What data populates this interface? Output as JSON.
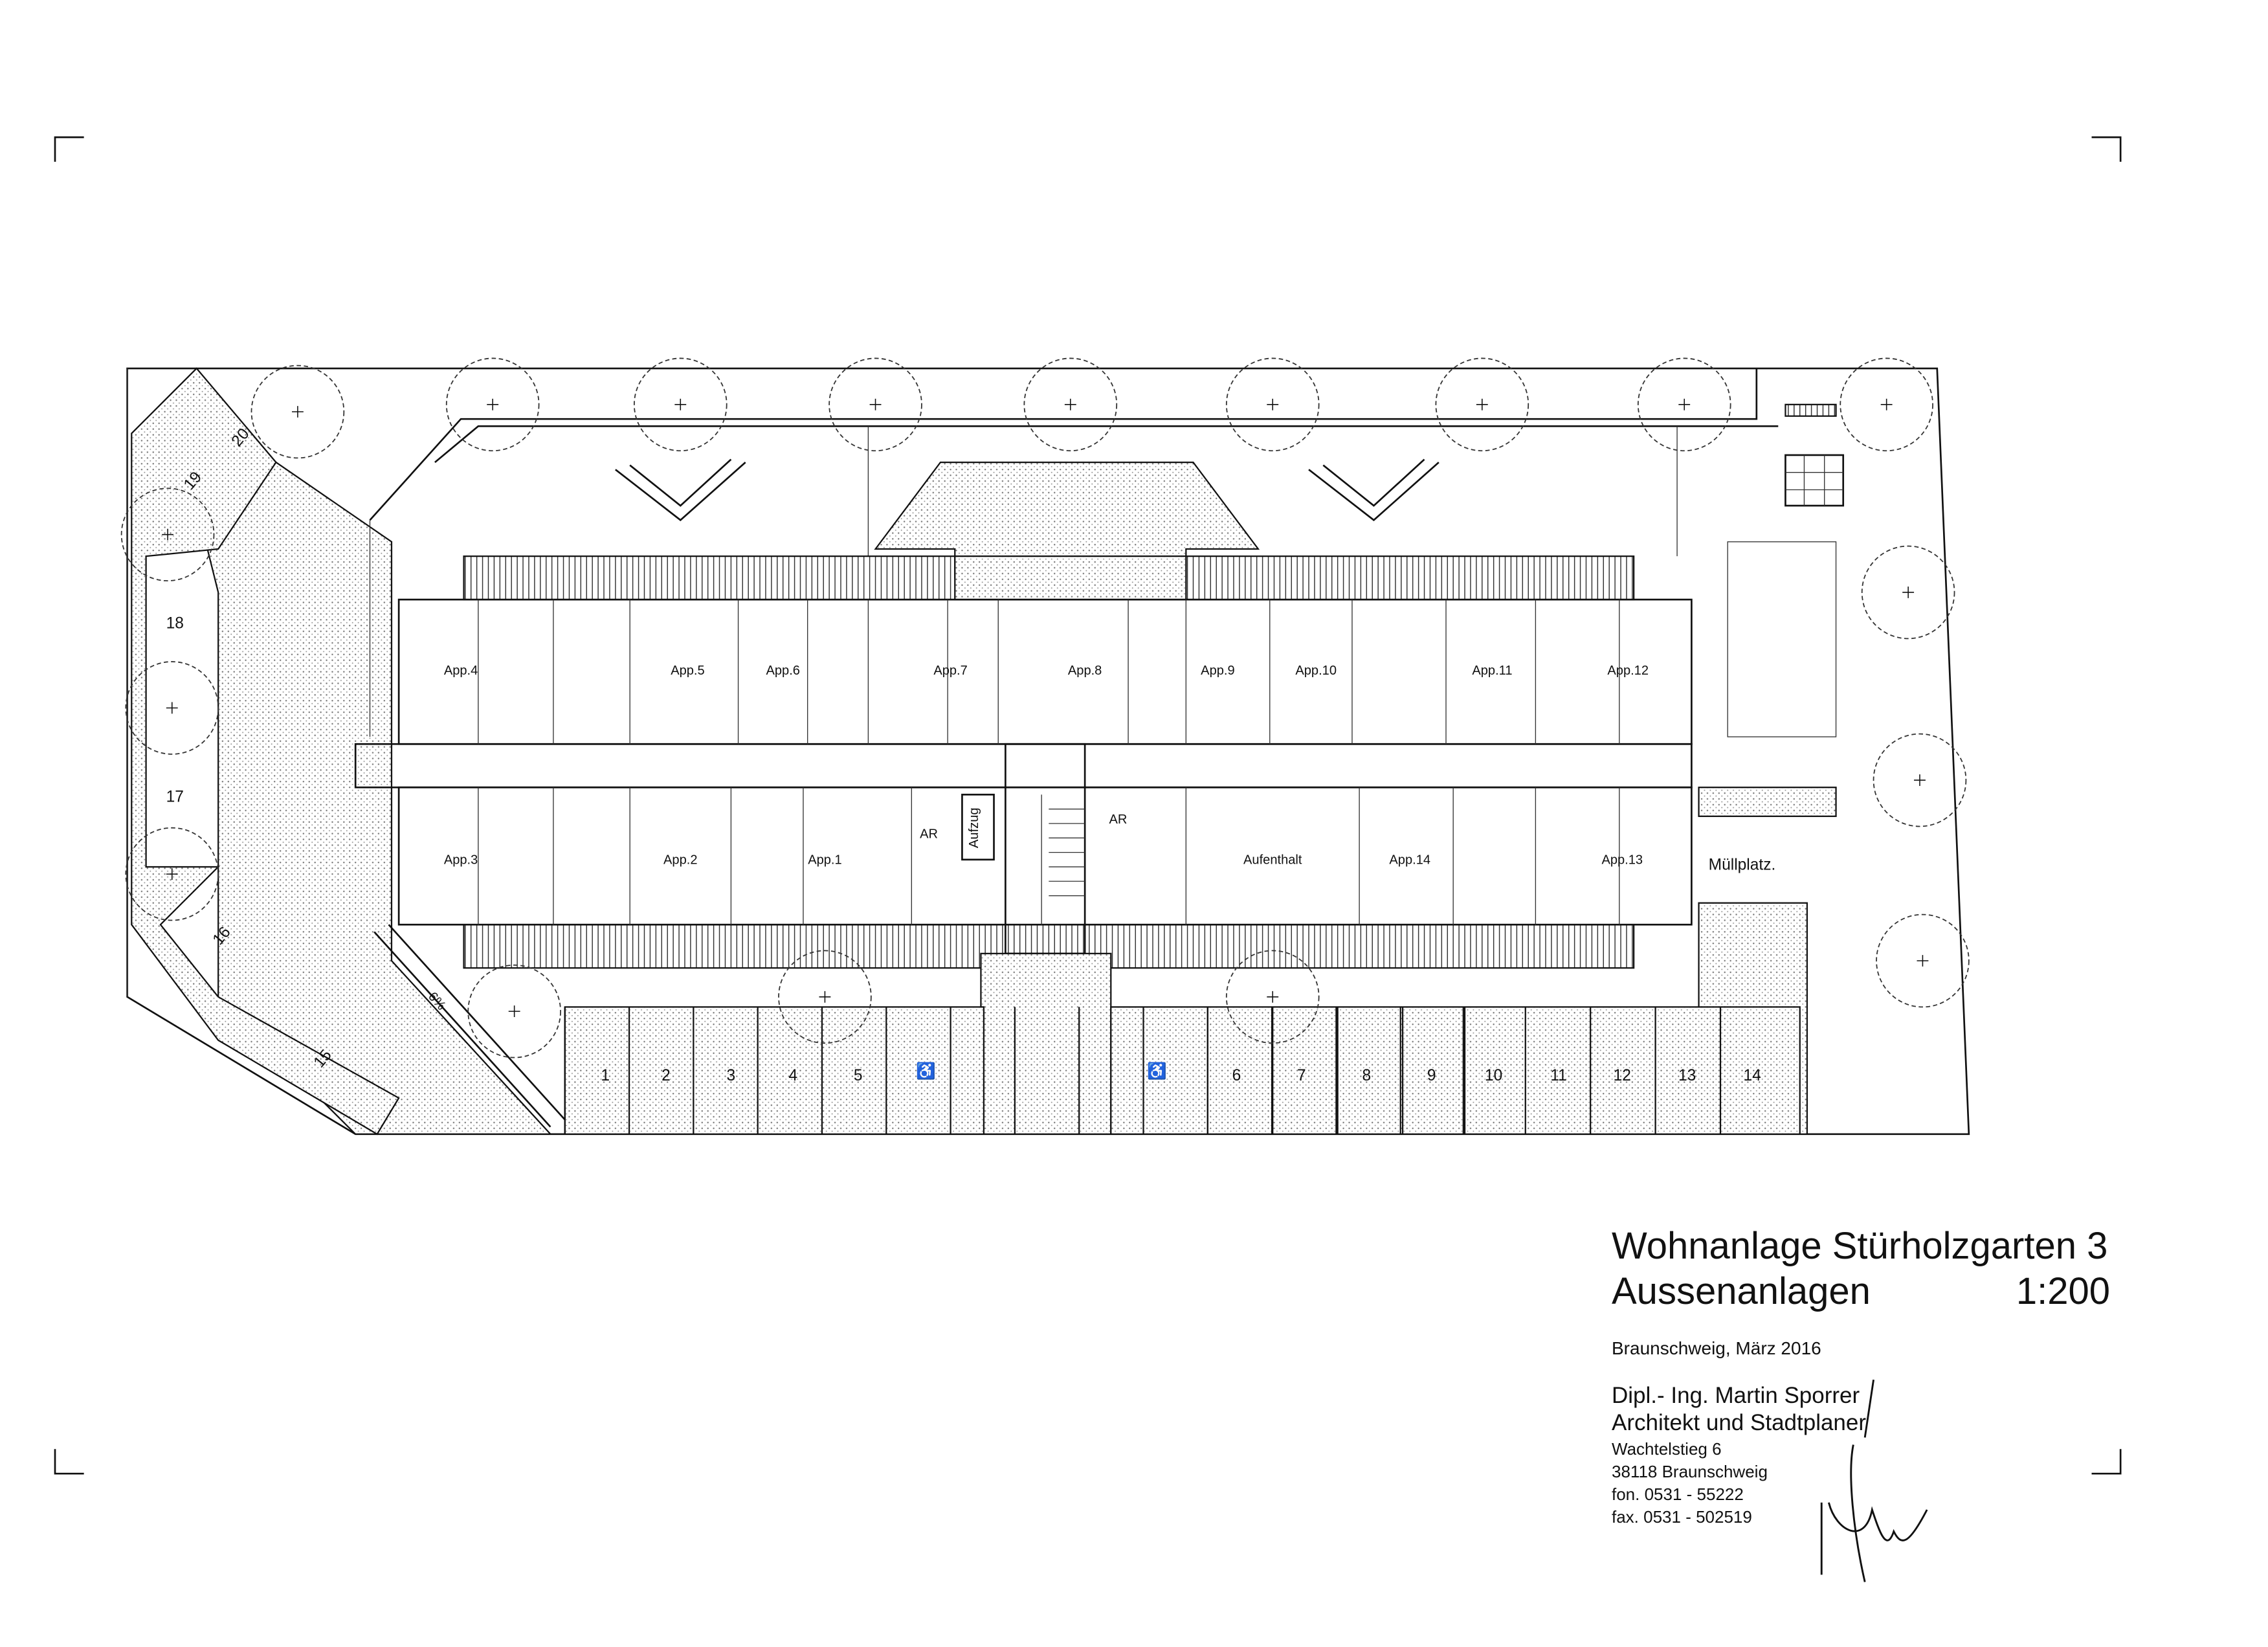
{
  "title_block": {
    "project": "Wohnanlage  Stürholzgarten  3",
    "drawing": "Aussenanlagen",
    "scale": "1:200",
    "place_date": "Braunschweig, März 2016",
    "architect": "Dipl.- Ing. Martin  Sporrer",
    "profession": "Architekt und Stadtplaner",
    "street": "Wachtelstieg 6",
    "city": "38118 Braunschweig",
    "phone": "fon. 0531 - 55222",
    "fax": "fax. 0531 - 502519"
  },
  "rooms": [
    "App.1",
    "App.2",
    "App.3",
    "App.4",
    "App.5",
    "App.6",
    "App.7",
    "App.8",
    "App.9",
    "App.10",
    "App.11",
    "App.12",
    "App.13",
    "App.14",
    "Aufenthalt",
    "AR",
    "AR",
    "Aufzug",
    "Müllplatz."
  ],
  "parking_bottom": [
    "1",
    "2",
    "3",
    "4",
    "5",
    "6",
    "7",
    "8",
    "9",
    "10",
    "11",
    "12",
    "13",
    "14"
  ],
  "parking_left": [
    "15",
    "16",
    "17",
    "18",
    "19",
    "20"
  ],
  "ramp_slope": "6%",
  "icons": [
    "wheelchair-icon",
    "tree-icon",
    "signature"
  ]
}
